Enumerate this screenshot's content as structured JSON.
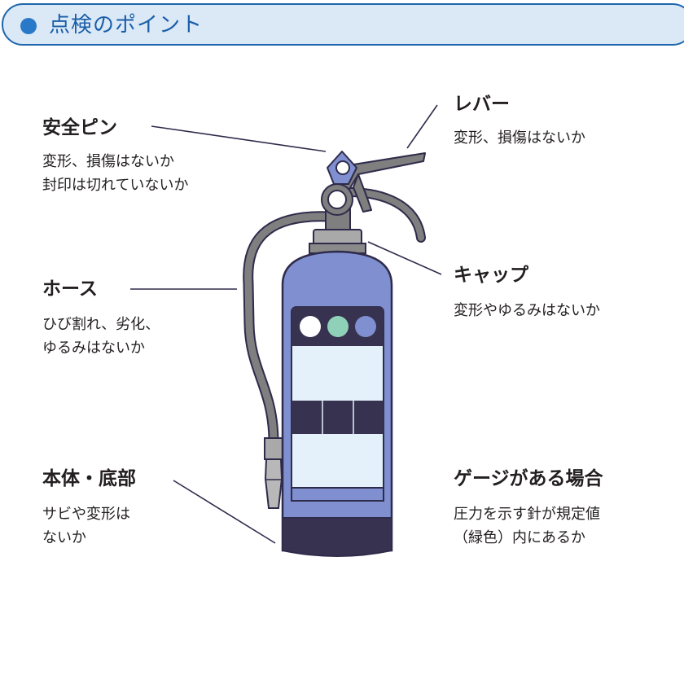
{
  "header": {
    "title": "点検のポイント",
    "accent_color": "#2a79c9",
    "background_color": "#dbe9f7"
  },
  "points": {
    "pin": {
      "label": "安全ピン",
      "desc": "変形、損傷はないか\n封印は切れていないか"
    },
    "lever": {
      "label": "レバー",
      "desc": "変形、損傷はないか"
    },
    "hose": {
      "label": "ホース",
      "desc": "ひび割れ、劣化、\nゆるみはないか"
    },
    "cap": {
      "label": "キャップ",
      "desc": "変形やゆるみはないか"
    },
    "body": {
      "label": "本体・底部",
      "desc": "サビや変形は\nないか"
    },
    "gauge": {
      "label": "ゲージがある場合",
      "desc": "圧力を示す針が規定値\n（緑色）内にあるか"
    }
  },
  "extinguisher": {
    "body_color": "#7f8fd0",
    "outline_color": "#2f2b4b",
    "metal_color": "#7f7f7f",
    "base_color": "#37324f",
    "gauge_dot_colors": [
      "#ffffff",
      "#8fd1b8",
      "#7f8fd0"
    ]
  }
}
